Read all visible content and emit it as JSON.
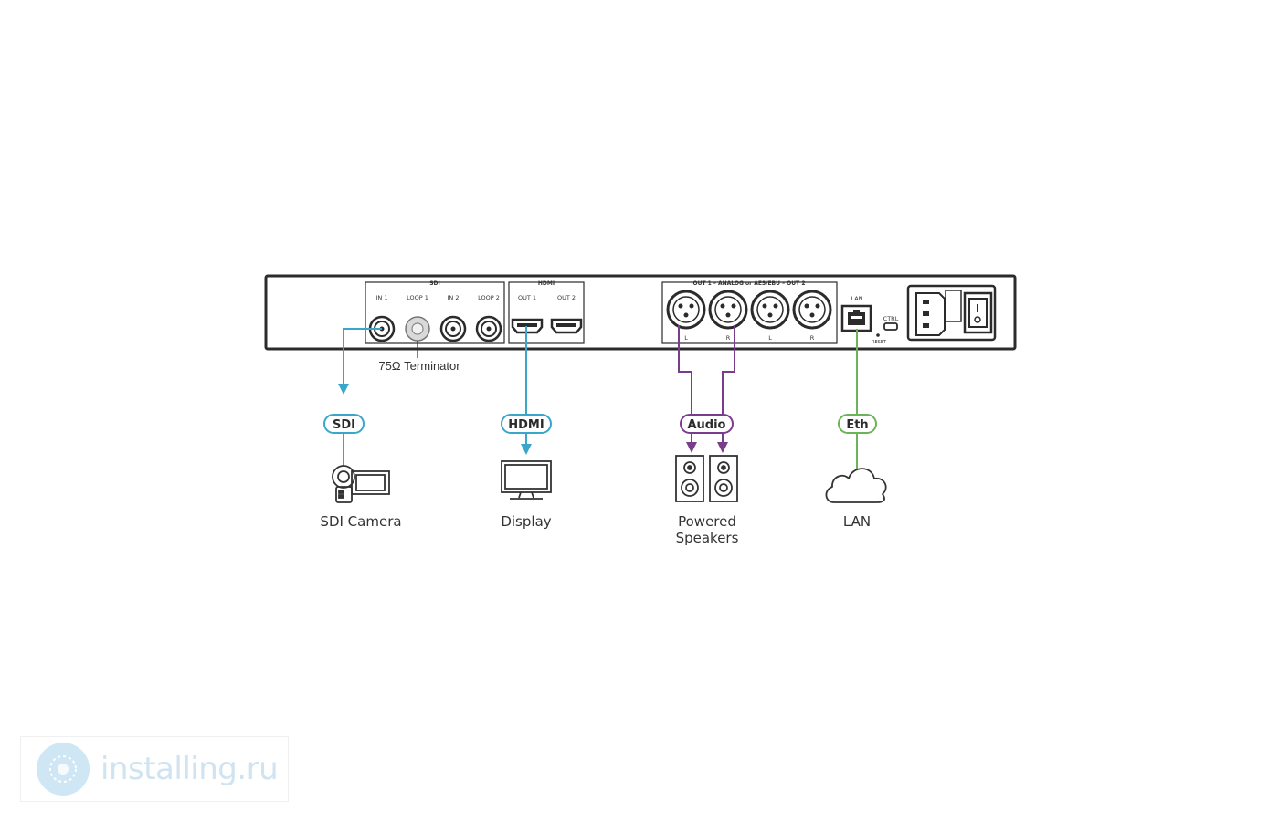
{
  "device": {
    "sdi_title": "SDI",
    "sdi_ports": [
      "IN 1",
      "LOOP 1",
      "IN 2",
      "LOOP 2"
    ],
    "hdmi_title": "HDMI",
    "hdmi_ports": [
      "OUT 1",
      "OUT 2"
    ],
    "audio_title": "OUT 1 – ANALOG or AES/EBU – OUT 2",
    "audio_channels": [
      "L",
      "R",
      "L",
      "R"
    ],
    "lan_label": "LAN",
    "ctrl_label": "CTRL",
    "reset_label": "RESET",
    "terminator_label": "75Ω Terminator"
  },
  "connections": {
    "sdi": {
      "label": "SDI",
      "color": "#3aa6c9"
    },
    "hdmi": {
      "label": "HDMI",
      "color": "#3aa6c9"
    },
    "audio": {
      "label": "Audio",
      "color": "#7a3d8c"
    },
    "eth": {
      "label": "Eth",
      "color": "#6db35a"
    }
  },
  "devices": {
    "camera": {
      "label": "SDI Camera",
      "icon": "camcorder-icon"
    },
    "display": {
      "label": "Display",
      "icon": "monitor-icon"
    },
    "speakers": {
      "label_line1": "Powered",
      "label_line2": "Speakers",
      "icon": "speaker-icon"
    },
    "lan": {
      "label": "LAN",
      "icon": "cloud-icon"
    }
  },
  "watermark": {
    "text": "installing.ru"
  }
}
